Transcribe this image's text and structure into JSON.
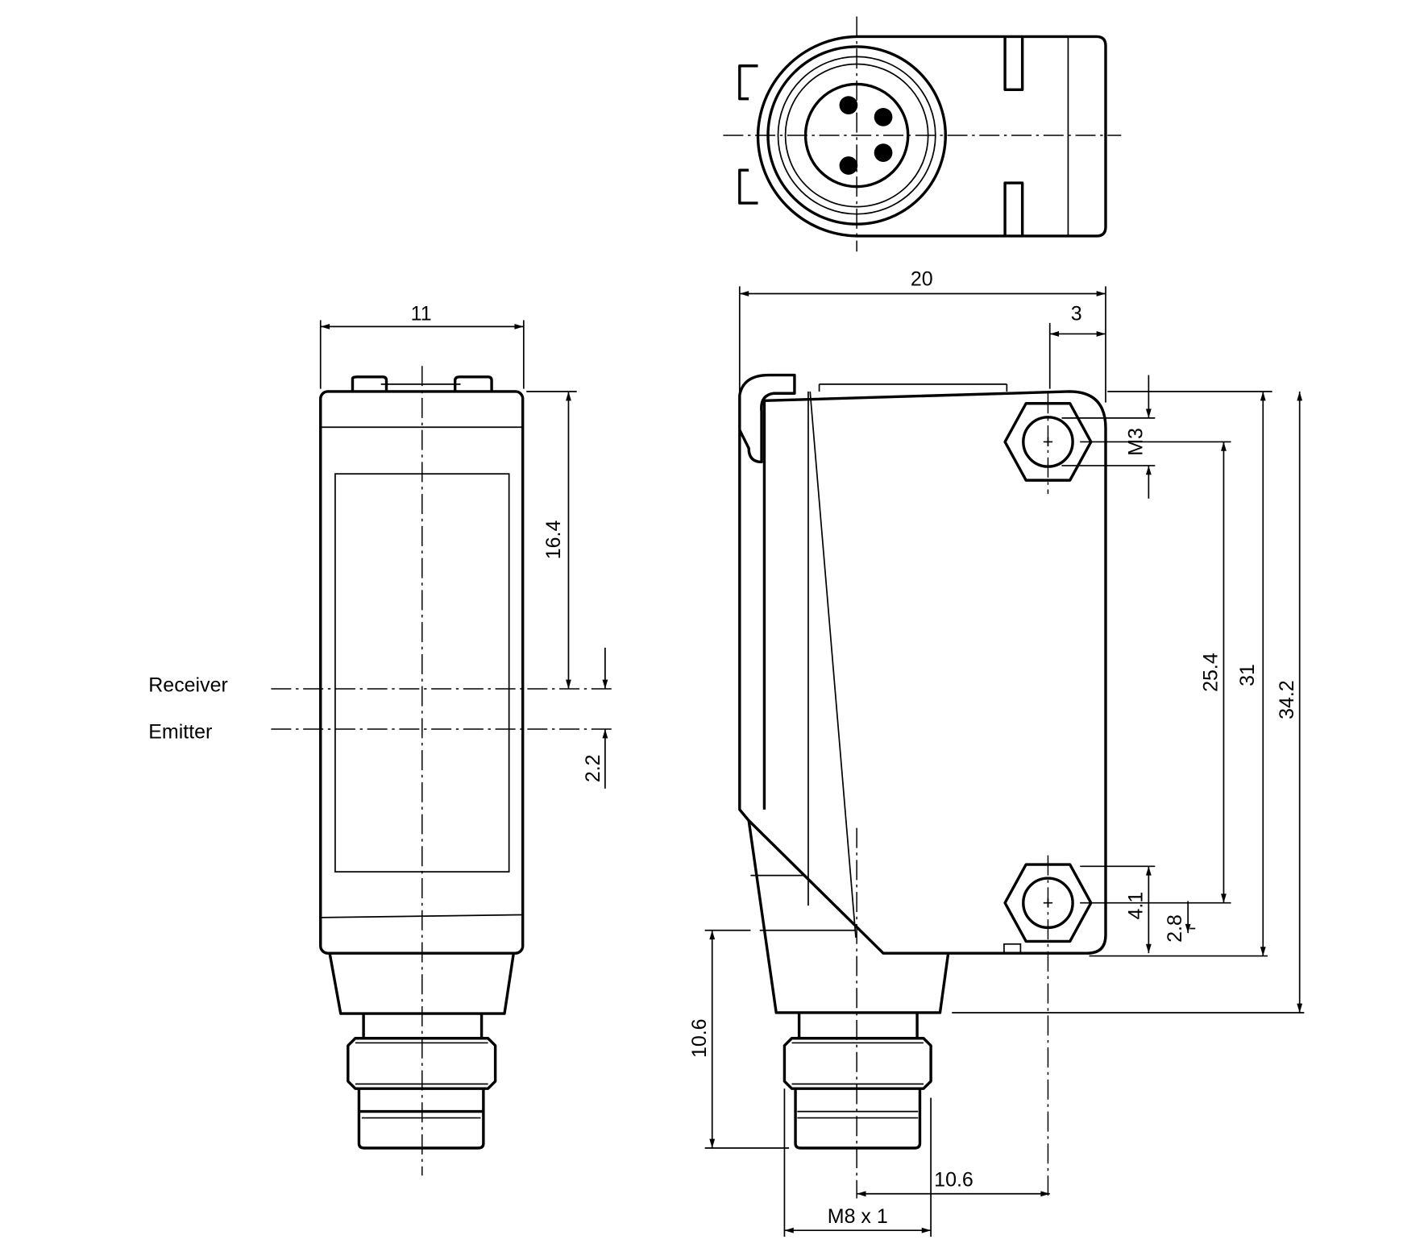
{
  "labels": {
    "receiver": "Receiver",
    "emitter": "Emitter"
  },
  "dimensions": {
    "width_side": "11",
    "receiver_height": "16.4",
    "emitter_offset": "2.2",
    "width_front": "20",
    "hole_edge": "3",
    "thread_hole": "M3",
    "hole_spacing": "25.4",
    "body_height": "31",
    "total_height": "34.2",
    "hole_bottom": "4.1",
    "bottom_offset": "2.8",
    "connector_height": "10.6",
    "connector_offset": "10.6",
    "connector_thread": "M8 x 1"
  },
  "colors": {
    "line": "#000000",
    "background": "#ffffff"
  }
}
